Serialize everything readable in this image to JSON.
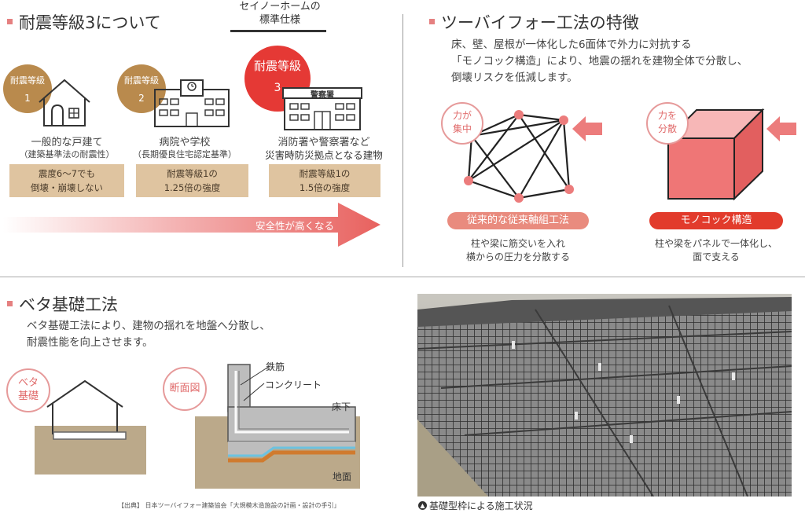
{
  "section1": {
    "title": "耐震等級3について",
    "seino_label": [
      "セイノーホームの",
      "標準仕様"
    ],
    "levels": [
      {
        "badge_top": "耐震等級",
        "badge_num": "1",
        "caption": "一般的な戸建て",
        "sub": "（建築基準法の耐震性）",
        "box": [
          "震度6〜7でも",
          "倒壊・崩壊しない"
        ]
      },
      {
        "badge_top": "耐震等級",
        "badge_num": "2",
        "caption": "病院や学校",
        "sub": "（長期優良住宅認定基準）",
        "box": [
          "耐震等級1の",
          "1.25倍の強度"
        ]
      },
      {
        "badge_top": "耐震等級",
        "badge_num": "3",
        "caption": "消防署や警察署など",
        "sub": "災害時防災拠点となる建物",
        "box": [
          "耐震等級1の",
          "1.5倍の強度"
        ]
      }
    ],
    "police_sign": "警察署",
    "arrow_label": "安全性が高くなる",
    "colors": {
      "brown": "#b98a4d",
      "red": "#e53935",
      "box": "#dfc4a0"
    }
  },
  "section2": {
    "title": "ツーバイフォー工法の特徴",
    "body": [
      "床、壁、屋根が一体化した6面体で外力に対抗する",
      "「モノコック構造」により、地震の揺れを建物全体で分散し、",
      "倒壊リスクを低減します。"
    ],
    "left": {
      "circle": [
        "力が",
        "集中"
      ],
      "pill": "従来的な従来軸組工法",
      "desc": [
        "柱や梁に筋交いを入れ",
        "横からの圧力を分散する"
      ]
    },
    "right": {
      "circle": [
        "力を",
        "分散"
      ],
      "pill": "モノコック構造",
      "desc": [
        "柱や梁をパネルで一体化し、",
        "面で支える"
      ]
    },
    "colors": {
      "pill_left": "#e98b7e",
      "pill_right": "#e23b2c",
      "cube": "#ef7676"
    }
  },
  "section3": {
    "title": "ベタ基礎工法",
    "body": [
      "ベタ基礎工法により、建物の揺れを地盤へ分散し、",
      "耐震性能を向上させます。"
    ],
    "circle_left": [
      "ベタ",
      "基礎"
    ],
    "circle_right": "断面図",
    "labels": {
      "rebar": "鉄筋",
      "concrete": "コンクリート",
      "floor": "床下",
      "ground": "地面"
    },
    "source": "【出典】 日本ツーバイフォー建築協会「大規模木造施設の計画・設計の手引」",
    "photo_caption_icon": "arrow-up-circle-icon",
    "photo_caption": "基礎型枠による施工状況"
  }
}
